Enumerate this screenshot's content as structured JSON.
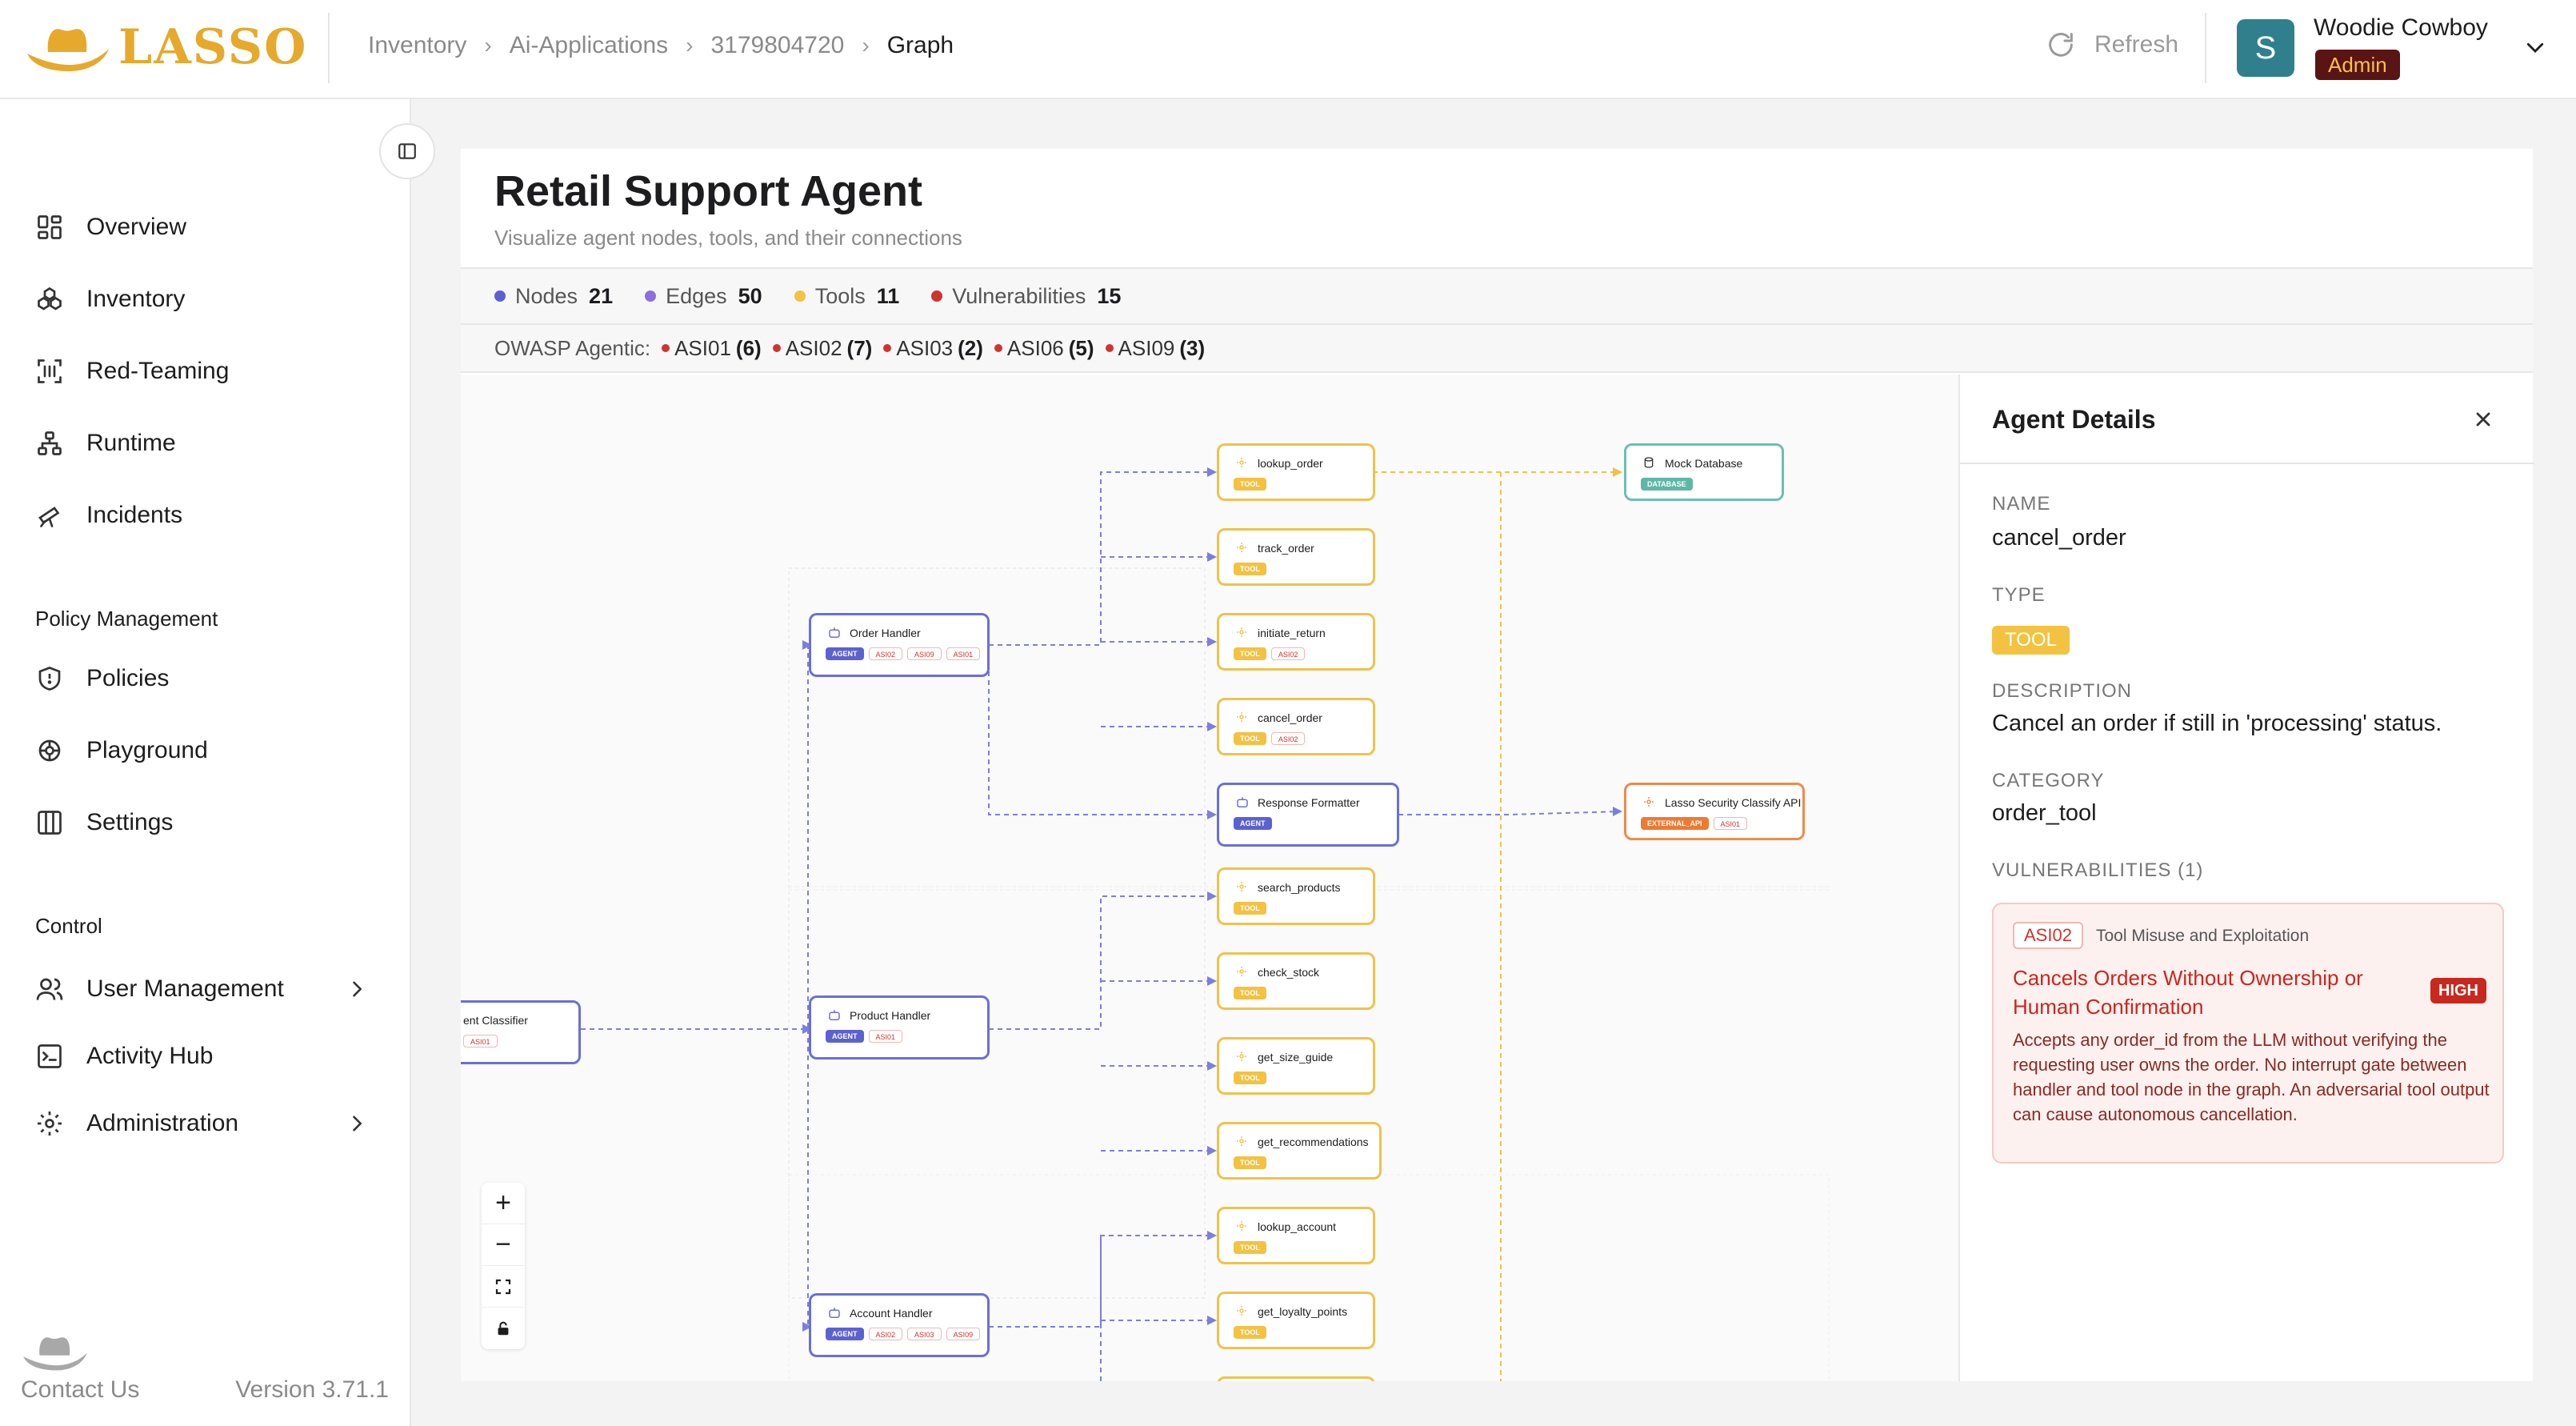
{
  "brand": {
    "name": "LASSO",
    "color": "#e6a92c"
  },
  "breadcrumb": [
    "Inventory",
    "Ai-Applications",
    "3179804720",
    "Graph"
  ],
  "header": {
    "refresh_label": "Refresh",
    "user": {
      "initial": "S",
      "name": "Woodie Cowboy",
      "role": "Admin"
    }
  },
  "sidebar": {
    "items": [
      {
        "label": "Overview",
        "icon": "overview-icon"
      },
      {
        "label": "Inventory",
        "icon": "inventory-icon"
      },
      {
        "label": "Red-Teaming",
        "icon": "red-teaming-icon"
      },
      {
        "label": "Runtime",
        "icon": "runtime-icon"
      },
      {
        "label": "Incidents",
        "icon": "incidents-icon"
      }
    ],
    "policy_section": "Policy Management",
    "policy_items": [
      {
        "label": "Policies",
        "icon": "shield-icon"
      },
      {
        "label": "Playground",
        "icon": "playground-icon"
      },
      {
        "label": "Settings",
        "icon": "columns-icon"
      }
    ],
    "control_section": "Control",
    "control_items": [
      {
        "label": "User Management",
        "icon": "users-icon"
      },
      {
        "label": "Activity Hub",
        "icon": "terminal-icon"
      },
      {
        "label": "Administration",
        "icon": "gear-icon"
      }
    ],
    "footer": {
      "contact": "Contact Us",
      "version": "Version 3.71.1"
    }
  },
  "page": {
    "title": "Retail Support Agent",
    "subtitle": "Visualize agent nodes, tools, and their connections"
  },
  "stats": [
    {
      "label": "Nodes",
      "value": "21",
      "color": "#5c61d1"
    },
    {
      "label": "Edges",
      "value": "50",
      "color": "#8b6fe0"
    },
    {
      "label": "Tools",
      "value": "11",
      "color": "#f3c241"
    },
    {
      "label": "Vulnerabilities",
      "value": "15",
      "color": "#d0342c"
    }
  ],
  "owasp": {
    "label": "OWASP Agentic:",
    "items": [
      {
        "code": "ASI01",
        "count": "(6)"
      },
      {
        "code": "ASI02",
        "count": "(7)"
      },
      {
        "code": "ASI03",
        "count": "(2)"
      },
      {
        "code": "ASI06",
        "count": "(5)"
      },
      {
        "code": "ASI09",
        "count": "(3)"
      }
    ]
  },
  "graph": {
    "nodes": [
      {
        "id": "intent",
        "label": "ent Classifier",
        "kind": "agent",
        "tags": [
          "ASI01"
        ]
      },
      {
        "id": "order",
        "label": "Order Handler",
        "kind": "agent",
        "tags": [
          "AGENT",
          "ASI02",
          "ASI09",
          "ASI01"
        ]
      },
      {
        "id": "product",
        "label": "Product Handler",
        "kind": "agent",
        "tags": [
          "AGENT",
          "ASI01"
        ]
      },
      {
        "id": "account",
        "label": "Account Handler",
        "kind": "agent",
        "tags": [
          "AGENT",
          "ASI02",
          "ASI03",
          "ASI09"
        ]
      },
      {
        "id": "lookup_order",
        "label": "lookup_order",
        "kind": "tool",
        "tags": [
          "TOOL"
        ]
      },
      {
        "id": "track_order",
        "label": "track_order",
        "kind": "tool",
        "tags": [
          "TOOL"
        ]
      },
      {
        "id": "initiate_return",
        "label": "initiate_return",
        "kind": "tool",
        "tags": [
          "TOOL",
          "ASI02"
        ]
      },
      {
        "id": "cancel_order",
        "label": "cancel_order",
        "kind": "tool",
        "tags": [
          "TOOL",
          "ASI02"
        ]
      },
      {
        "id": "formatter",
        "label": "Response Formatter",
        "kind": "agent",
        "tags": [
          "AGENT"
        ]
      },
      {
        "id": "search_products",
        "label": "search_products",
        "kind": "tool",
        "tags": [
          "TOOL"
        ]
      },
      {
        "id": "check_stock",
        "label": "check_stock",
        "kind": "tool",
        "tags": [
          "TOOL"
        ]
      },
      {
        "id": "get_size_guide",
        "label": "get_size_guide",
        "kind": "tool",
        "tags": [
          "TOOL"
        ]
      },
      {
        "id": "get_recommendations",
        "label": "get_recommendations",
        "kind": "tool",
        "tags": [
          "TOOL"
        ]
      },
      {
        "id": "lookup_account",
        "label": "lookup_account",
        "kind": "tool",
        "tags": [
          "TOOL"
        ]
      },
      {
        "id": "get_loyalty_points",
        "label": "get_loyalty_points",
        "kind": "tool",
        "tags": [
          "TOOL"
        ]
      },
      {
        "id": "mock_db",
        "label": "Mock Database",
        "kind": "db",
        "tags": [
          "DATABASE"
        ]
      },
      {
        "id": "classify_api",
        "label": "Lasso Security Classify API",
        "kind": "api",
        "tags": [
          "EXTERNAL_API",
          "ASI01"
        ]
      }
    ]
  },
  "details": {
    "title": "Agent Details",
    "name_label": "NAME",
    "name": "cancel_order",
    "type_label": "TYPE",
    "type": "TOOL",
    "description_label": "DESCRIPTION",
    "description": "Cancel an order if still in 'processing' status.",
    "category_label": "CATEGORY",
    "category": "order_tool",
    "vulns_label": "VULNERABILITIES (1)",
    "vuln": {
      "code": "ASI02",
      "category": "Tool Misuse and Exploitation",
      "title": "Cancels Orders Without Ownership or Human Confirmation",
      "severity": "HIGH",
      "description": "Accepts any order_id from the LLM without verifying the requesting user owns the order. No interrupt gate between handler and tool node in the graph. An adversarial tool output can cause autonomous cancellation."
    }
  }
}
